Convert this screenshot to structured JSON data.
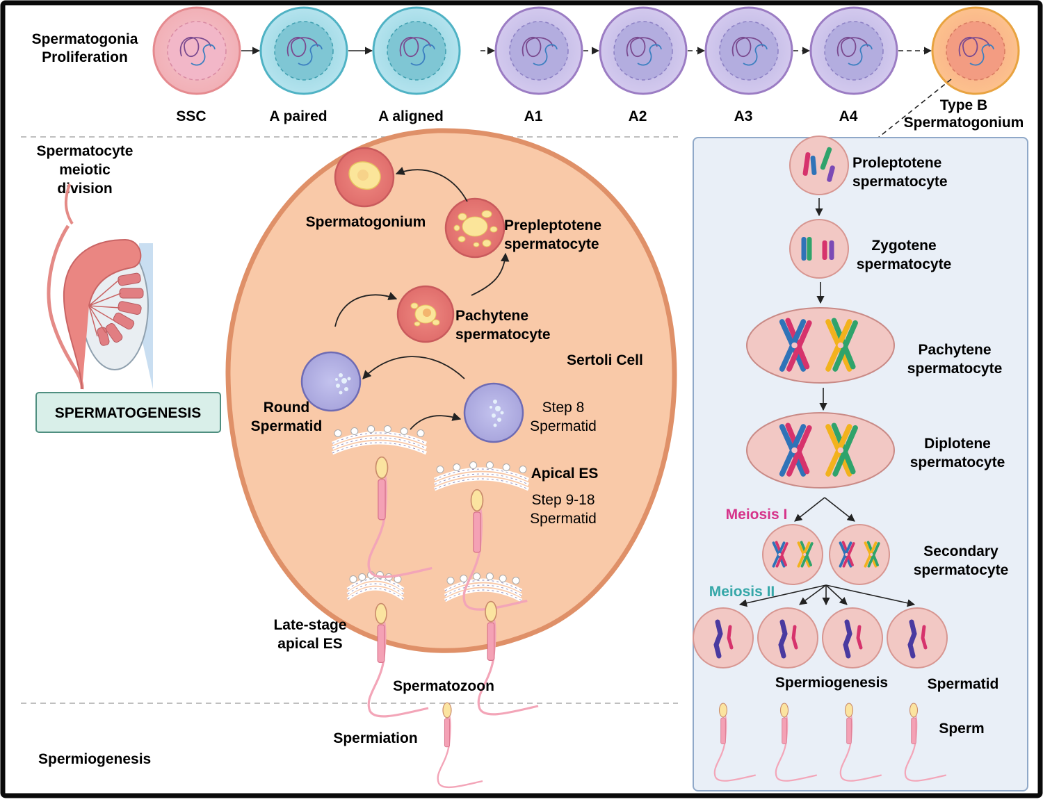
{
  "colors": {
    "frame": "#0a0a0a",
    "sertoli_fill": "#f9c9a8",
    "sertoli_stroke": "#df9068",
    "panel_fill": "#e9eff7",
    "panel_stroke": "#8fa8c8",
    "label_box_fill": "#d9efe9",
    "label_box_stroke": "#4f8f80",
    "meiosis1": "#d6338a",
    "meiosis2": "#35a7a8"
  },
  "sections": {
    "proliferation": "Spermatogonia\nProliferation",
    "meiotic": "Spermatocyte\nmeiotic\ndivision",
    "spermiogenesis": "Spermiogenesis"
  },
  "spermatogonia": {
    "cells": [
      {
        "label": "SSC",
        "type": "pink"
      },
      {
        "label": "A paired",
        "type": "cyan"
      },
      {
        "label": "A aligned",
        "type": "cyan"
      },
      {
        "label": "A1",
        "type": "purple"
      },
      {
        "label": "A2",
        "type": "purple"
      },
      {
        "label": "A3",
        "type": "purple"
      },
      {
        "label": "A4",
        "type": "purple"
      },
      {
        "label": "Type B\nSpermatogonium",
        "type": "orange"
      }
    ]
  },
  "testis": {
    "icon": "testis-epididymis-icon",
    "box_label": "SPERMATOGENESIS"
  },
  "sertoli": {
    "cell_label": "Sertoli Cell",
    "spermatogonium": "Spermatogonium",
    "prepleptotene": "Prepleptotene\nspermatocyte",
    "pachytene": "Pachytene\nspermatocyte",
    "round_spermatid": "Round\nSpermatid",
    "step8": "Step 8\nSpermatid",
    "apical_es": "Apical ES",
    "step9_18": "Step 9-18\nSpermatid",
    "late_stage": "Late-stage\napical ES",
    "spermatozoon": "Spermatozoon",
    "spermiation": "Spermiation"
  },
  "meiosis_panel": {
    "proleptotene": "Proleptotene\nspermatocyte",
    "zygotene": "Zygotene\nspermatocyte",
    "pachytene": "Pachytene\nspermatocyte",
    "diplotene": "Diplotene\nspermatocyte",
    "meiosis1": "Meiosis I",
    "secondary": "Secondary\nspermatocyte",
    "meiosis2": "Meiosis II",
    "spermiogenesis": "Spermiogenesis",
    "spermatid": "Spermatid",
    "sperm": "Sperm"
  }
}
